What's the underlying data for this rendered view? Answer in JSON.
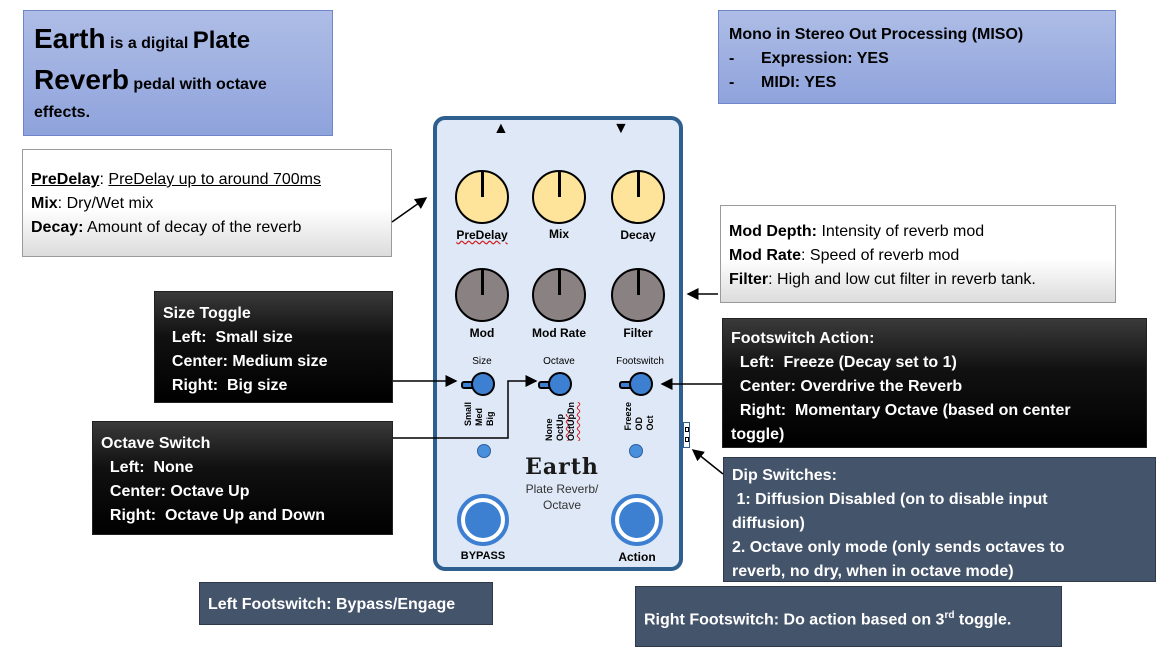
{
  "intro": {
    "word1": "Earth",
    "text1": " is a digital ",
    "word2": "Plate",
    "word3": "Reverb",
    "text2": " pedal with octave",
    "text3": "effects."
  },
  "miso": {
    "title": "Mono in Stereo Out Processing (MISO)",
    "items": [
      "-      Expression: YES",
      "-      MIDI: YES"
    ]
  },
  "knobs_top_info": {
    "lines": [
      {
        "key": "PreDelay",
        "sep": ": ",
        "value": "PreDelay up to around 700ms"
      },
      {
        "key": "Mix",
        "sep": ": ",
        "value": "Dry/Wet mix"
      },
      {
        "key": "Decay:",
        "sep": " ",
        "value": "Amount of decay of the reverb"
      }
    ]
  },
  "knobs_mid_info": {
    "lines": [
      {
        "key": "Mod Depth:",
        "sep": " ",
        "value": "Intensity of reverb mod"
      },
      {
        "key": "Mod Rate",
        "sep": ": ",
        "value": "Speed of reverb mod"
      },
      {
        "key": "Filter",
        "sep": ": ",
        "value": "High and low cut filter in reverb tank."
      }
    ]
  },
  "size_toggle": {
    "title": "Size Toggle",
    "lines": [
      "  Left:  Small size",
      "  Center: Medium size",
      "  Right:  Big size"
    ]
  },
  "footswitch_action": {
    "title": "Footswitch Action:",
    "lines": [
      "  Left:  Freeze (Decay set to 1)",
      "  Center: Overdrive the Reverb",
      "  Right:  Momentary Octave (based on center",
      "toggle)"
    ]
  },
  "octave_switch": {
    "title": "Octave Switch",
    "lines": [
      "  Left:  None",
      "  Center: Octave Up",
      "  Right:  Octave Up and Down"
    ]
  },
  "dip_switches": {
    "title": "Dip Switches:",
    "lines": [
      " 1: Diffusion Disabled (on to disable input",
      "diffusion)",
      "2. Octave only mode (only sends octaves to",
      "reverb, no dry, when in octave mode)"
    ]
  },
  "left_footswitch": {
    "text": "Left Footswitch: Bypass/Engage"
  },
  "right_footswitch": {
    "text_before": "Right Footswitch: Do action based on 3",
    "sup": "rd",
    "text_after": " toggle."
  },
  "pedal": {
    "knobs_row1": [
      "PreDelay",
      "Mix",
      "Decay"
    ],
    "knobs_row2": [
      "Mod",
      "Mod Rate",
      "Filter"
    ],
    "toggle_titles": [
      "Size",
      "Octave",
      "Footswitch"
    ],
    "size_positions": [
      "Small",
      "Med",
      "Big"
    ],
    "octave_positions": [
      "None",
      "OctUp",
      "OctUpDn"
    ],
    "footswitch_positions": [
      "Freeze",
      "OD",
      "Oct"
    ],
    "name": "Earth",
    "subtitle1": "Plate Reverb/",
    "subtitle2": "Octave",
    "left_switch_label": "BYPASS",
    "right_switch_label": "Action",
    "arrow_in": "▲",
    "arrow_out": "▼"
  },
  "colors": {
    "blue_box": "#8fa3dc",
    "slate_box": "#44546a",
    "pedal_border": "#2f5f8f",
    "pedal_body": "#dfe8f6",
    "knob_yellow": "#fde49a",
    "knob_gray": "#8a8282",
    "accent_blue": "#3d7fd0"
  }
}
